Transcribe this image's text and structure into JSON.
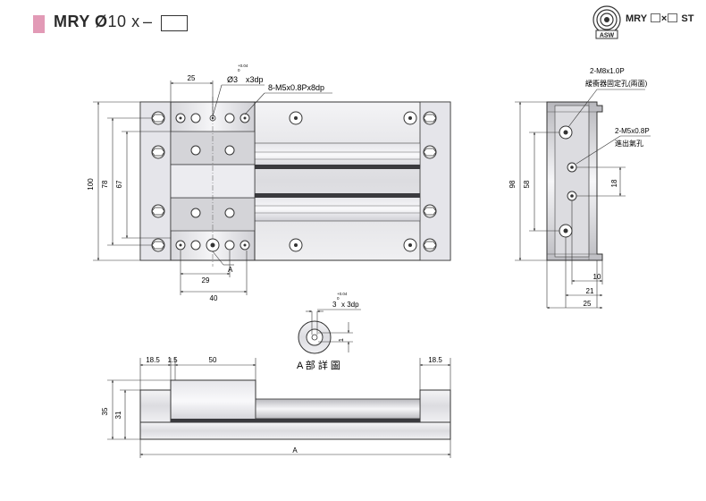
{
  "header": {
    "series": "MRY",
    "bore_prefix": "Ø",
    "bore": "10",
    "times": "x",
    "dash": "–"
  },
  "logo": {
    "icon": "brand-seal-icon",
    "text": "ASW"
  },
  "model_code": {
    "series": "MRY",
    "sep": "×",
    "suffix": "ST"
  },
  "colors": {
    "accent_pink": "#e29ab6",
    "line": "#333333",
    "body_fill": "#e9e9ed",
    "shadow": "#c4c4ca"
  },
  "top_view": {
    "dim_25": "25",
    "dim_29": "29",
    "dim_40": "40",
    "dim_100": "100",
    "dim_78": "78",
    "dim_67": "67",
    "hole_callout": "Ø3",
    "hole_tol_plus": "+0.04",
    "hole_tol_zero": "0",
    "hole_depth": "x3dp",
    "thread_callout": "8-M5x0.8Px8dp",
    "detail_label": "A"
  },
  "side_view": {
    "callout_1": "2-M8x1.0P",
    "callout_1_note": "緩衝器固定孔(兩面)",
    "callout_2": "2-M5x0.8P",
    "callout_2_note": "進出氣孔",
    "dim_98": "98",
    "dim_58": "58",
    "dim_18": "18",
    "dim_10": "10",
    "dim_21": "21",
    "dim_25": "25"
  },
  "detail_a": {
    "dim_3": "3",
    "tol_plus": "+0.04",
    "tol_zero": "0",
    "depth": "x 3dp",
    "dim_1": "1",
    "title": "A 部 詳 圖"
  },
  "front_view": {
    "dim_18_5_left": "18.5",
    "dim_1_5": "1.5",
    "dim_50": "50",
    "dim_18_5_right": "18.5",
    "dim_35": "35",
    "dim_31": "31",
    "dim_A": "A"
  }
}
